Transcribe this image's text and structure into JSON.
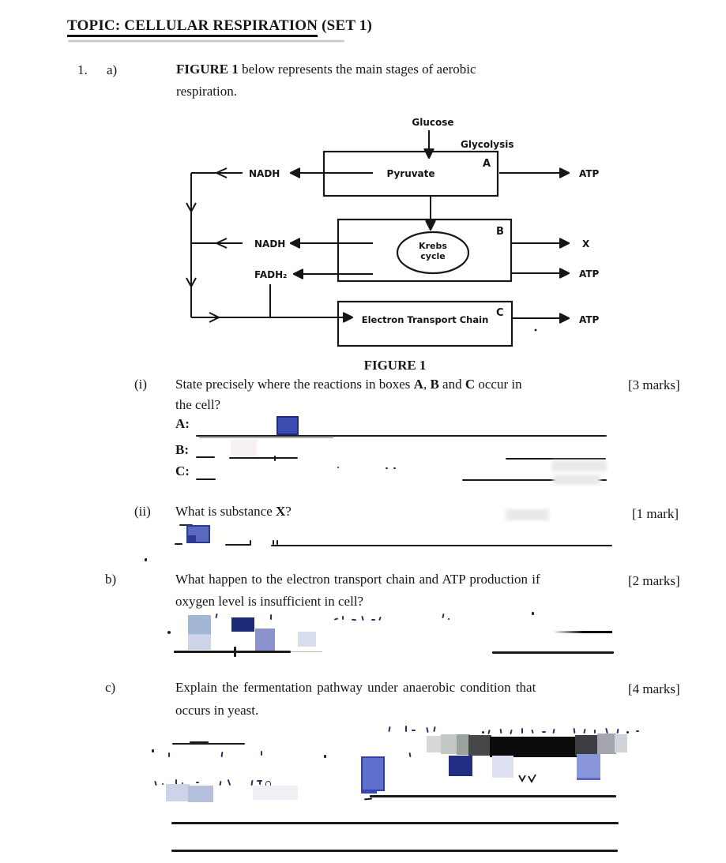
{
  "header": {
    "topic": "TOPIC: CELLULAR RESPIRATION",
    "set": "(SET 1)"
  },
  "intro": {
    "qnum": "1.",
    "part": "a)",
    "bold": "FIGURE 1",
    "rest": " below represents the main stages of aerobic",
    "line2": "respiration."
  },
  "diagram": {
    "glucose": "Glucose",
    "glycolysis": "Glycolysis",
    "box_a_letter": "A",
    "pyruvate": "Pyruvate",
    "nadh_1": "NADH",
    "atp_1": "ATP",
    "box_b_letter": "B",
    "krebs_1": "Krebs",
    "krebs_2": "cycle",
    "nadh_2": "NADH",
    "fadh2": "FADH₂",
    "x": "X",
    "atp_2": "ATP",
    "box_c_letter": "C",
    "etc": "Electron Transport Chain",
    "atp_3": "ATP",
    "caption": "FIGURE 1"
  },
  "q_i": {
    "marker": "(i)",
    "t1": "State precisely where the reactions in boxes ",
    "bA": "A",
    "t2": ", ",
    "bB": "B",
    "t3": " and ",
    "bC": "C",
    "t4": " occur in",
    "line2": "the cell?",
    "marks": "[3 marks]",
    "label_a": "A:",
    "label_b": "B:",
    "label_c": "C:"
  },
  "q_ii": {
    "marker": "(ii)",
    "t1": "What is substance ",
    "bX": "X",
    "t2": "?",
    "marks": "[1 mark]"
  },
  "q_b": {
    "marker": "b)",
    "line1": "What happen to the electron transport chain and ATP production if",
    "line2": "oxygen level is insufficient in cell?",
    "marks": "[2 marks]"
  },
  "q_c": {
    "marker": "c)",
    "line1": "Explain the fermentation pathway under anaerobic condition that",
    "line2": "occurs in yeast.",
    "marks": "[4 marks]"
  },
  "colors": {
    "ink": "#1b1b1b",
    "royal_blue_smudge": "#3c4db2",
    "navy_smudge": "#1c2a77",
    "steel_blue_smudge": "#a4b6d6",
    "lavender_smudge": "#d9ddf0",
    "redaction_black": "#0c0c0c"
  }
}
